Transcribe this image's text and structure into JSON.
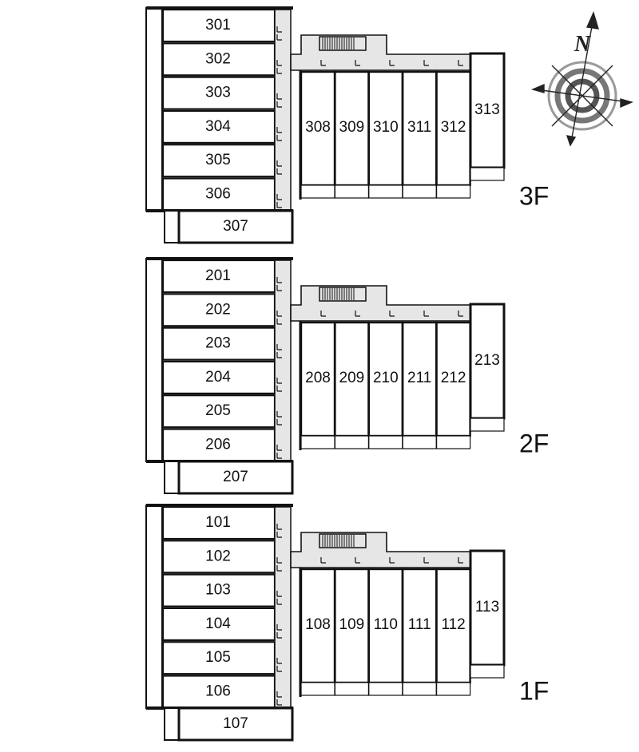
{
  "floors": [
    {
      "label": "3F",
      "corridor_units": [
        "301",
        "302",
        "303",
        "304",
        "305",
        "306"
      ],
      "end_unit": "307",
      "east_units": [
        "308",
        "309",
        "310",
        "311",
        "312"
      ],
      "corner_unit": "313"
    },
    {
      "label": "2F",
      "corridor_units": [
        "201",
        "202",
        "203",
        "204",
        "205",
        "206"
      ],
      "end_unit": "207",
      "east_units": [
        "208",
        "209",
        "210",
        "211",
        "212"
      ],
      "corner_unit": "213"
    },
    {
      "label": "1F",
      "corridor_units": [
        "101",
        "102",
        "103",
        "104",
        "105",
        "106"
      ],
      "end_unit": "107",
      "east_units": [
        "108",
        "109",
        "110",
        "111",
        "112"
      ],
      "corner_unit": "113"
    }
  ],
  "compass": {
    "north": "N"
  },
  "colors": {
    "line": "#111111",
    "corridor": "#e6e6e6",
    "compass_gray": "#8a8a8a"
  }
}
